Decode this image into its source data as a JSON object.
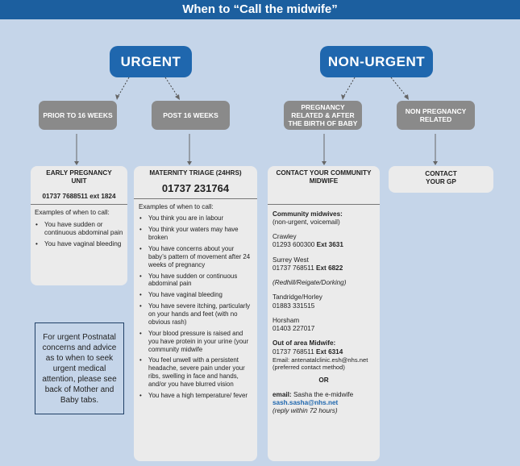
{
  "title": "When to “Call the midwife”",
  "urgent": {
    "label": "URGENT",
    "prior": "PRIOR TO 16 WEEKS",
    "post": "POST 16 WEEKS",
    "early": {
      "heading": "EARLY PREGNANCY UNIT",
      "phone": "01737 7688511 ext 1824",
      "examples_intro": "Examples of when to call:",
      "items": [
        "You have sudden or continuous abdominal pain",
        "You have vaginal bleeding"
      ]
    },
    "triage": {
      "heading": "MATERNITY TRIAGE (24HRS)",
      "phone": "01737 231764",
      "examples_intro": "Examples of when to call:",
      "items": [
        "You think you are in labour",
        "You think your waters may have broken",
        "You have concerns about your baby’s pattern of movement after 24 weeks of pregnancy",
        "You have sudden or continuous abdominal pain",
        "You have vaginal bleeding",
        "You have severe itching, particularly on your hands and feet (with no obvious rash)",
        "Your blood pressure is raised and you have protein in your urine (your community midwife",
        "You feel unwell with a persistent headache, severe pain under your ribs, swelling in face and hands, and/or you have blurred vision",
        "You have a high temperature/ fever"
      ]
    }
  },
  "nonurgent": {
    "label": "NON-URGENT",
    "pregnancy": "PREGNANCY RELATED & AFTER THE BIRTH OF BABY",
    "nonpregnancy": "NON PREGNANCY RELATED",
    "community": {
      "heading": "CONTACT YOUR COMMUNITY MIDWIFE",
      "cm_title": "Community midwives:",
      "cm_sub": "(non-urgent, voicemail)",
      "crawley": "Crawley",
      "crawley_num": "01293 600300",
      "crawley_ext": "Ext 3631",
      "surrey": "Surrey West",
      "surrey_num": "01737 768511",
      "surrey_ext": "Ext 6822",
      "surrey_areas": "(Redhill/Reigate/Dorking)",
      "tandridge": "Tandridge/Horley",
      "tandridge_num": "01883 331515",
      "horsham": "Horsham",
      "horsham_num": "01403 227017",
      "ooa_title": "Out of area Midwife:",
      "ooa_num": "01737 768511",
      "ooa_ext": "Ext 6314",
      "email_line": "Email: antenatalclinic.esh@nhs.net",
      "email_pref": "(preferred contact method)",
      "or": "OR",
      "email_label": "email:",
      "email_who": "Sasha the e-midwife",
      "sasha_email": "sash.sasha@nhs.net",
      "reply": "(reply within 72 hours)"
    },
    "gp": "CONTACT YOUR GP"
  },
  "note": "For urgent Postnatal concerns and advice as to when to seek urgent medical attention, please see back of Mother and Baby tabs.",
  "colors": {
    "title_bg": "#1c5f9f",
    "pill": "#1f67ae",
    "grey": "#8a8a8a",
    "bg": "#c5d5e9",
    "card": "#ebebeb",
    "link": "#1f67ae"
  }
}
